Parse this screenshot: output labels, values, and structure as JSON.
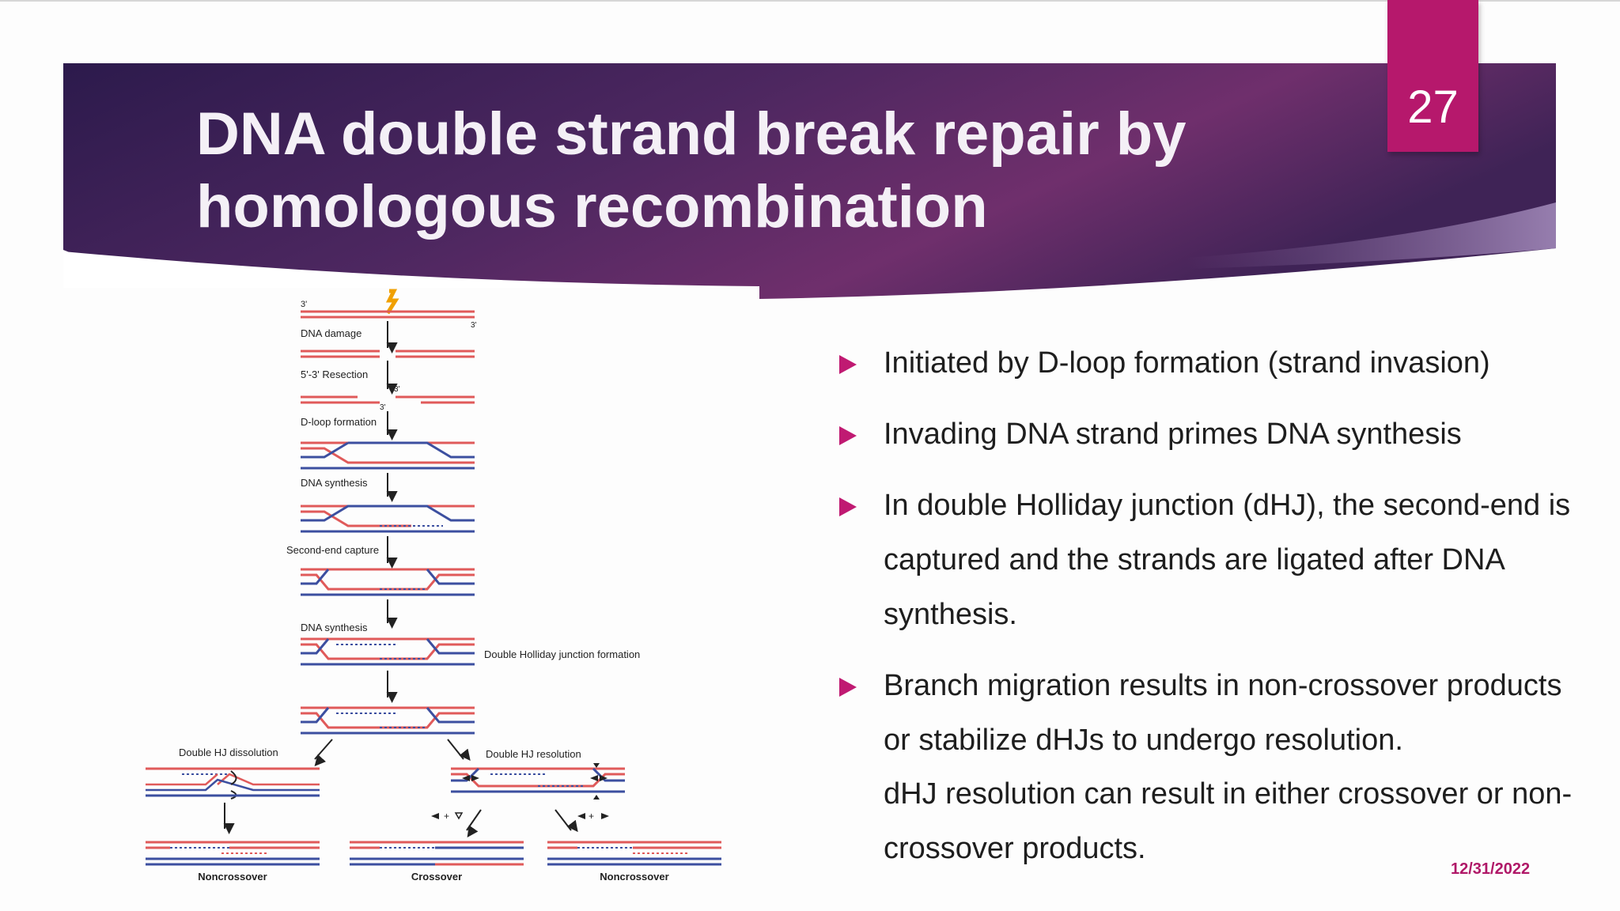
{
  "slide": {
    "number": "27",
    "title_lines": [
      "DNA double strand break repair by",
      "homologous recombination"
    ],
    "date": "12/31/2022",
    "accent_color": "#b6186c"
  },
  "bullets": [
    {
      "lines": [
        "Initiated by D-loop formation (strand invasion)"
      ]
    },
    {
      "lines": [
        "Invading DNA strand primes DNA synthesis"
      ]
    },
    {
      "lines": [
        "In double Holliday junction (dHJ), the second-end is",
        "captured and the strands are ligated after DNA",
        "synthesis."
      ]
    },
    {
      "lines": [
        "Branch migration results in non-crossover products",
        "or stabilize dHJs to undergo resolution."
      ]
    }
  ],
  "sub_paragraph": [
    "dHJ resolution can result in either crossover or non-",
    "crossover products."
  ],
  "diagram": {
    "end_label_3prime": "3'",
    "labels": {
      "dna_damage": "DNA damage",
      "resection": "5'-3' Resection",
      "dloop": "D-loop formation",
      "synthesis1": "DNA synthesis",
      "second_end": "Second-end capture",
      "synthesis2": "DNA synthesis",
      "dhj_formation": "Double Holliday junction formation",
      "dissolution": "Double HJ dissolution",
      "resolution": "Double HJ resolution"
    },
    "outcomes": [
      "Noncrossover",
      "Crossover",
      "Noncrossover"
    ]
  }
}
